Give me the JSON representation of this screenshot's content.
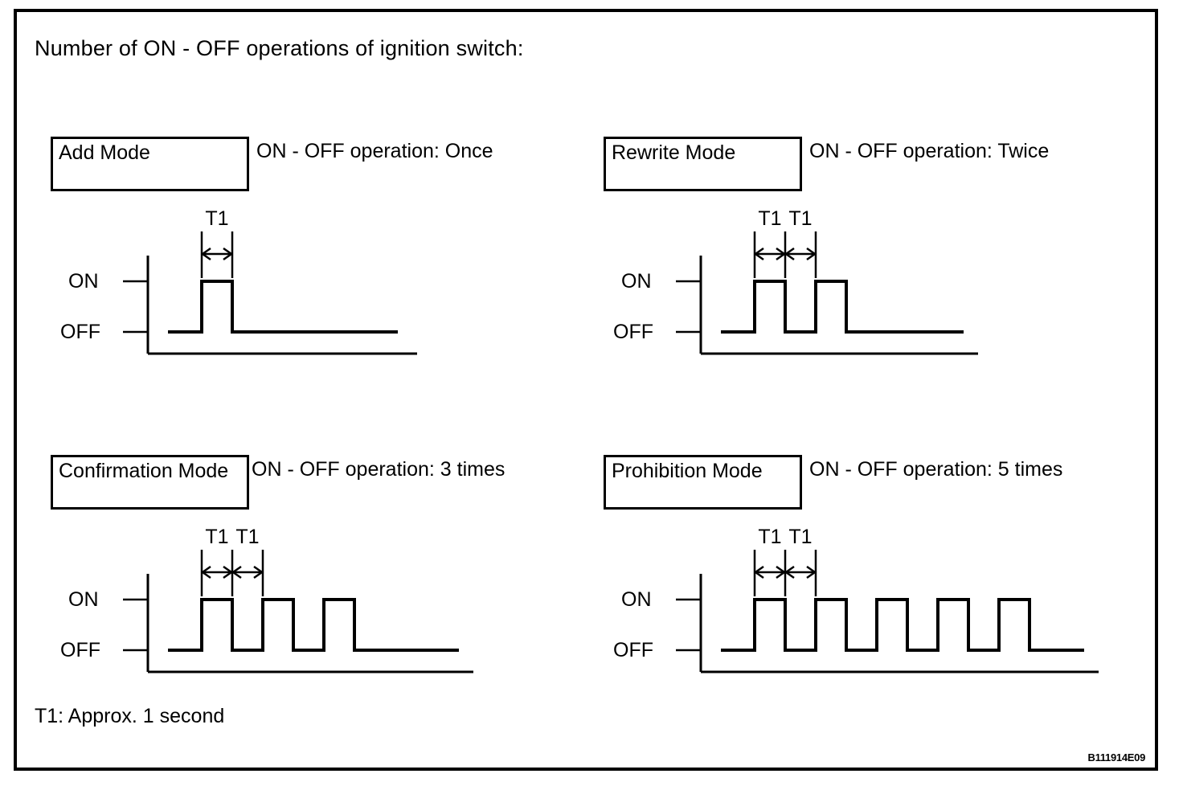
{
  "title": "Number of ON - OFF operations of ignition switch:",
  "footer_note": "T1: Approx. 1 second",
  "reference_code": "B111914E09",
  "axis": {
    "on_label": "ON",
    "off_label": "OFF",
    "t1_label": "T1"
  },
  "colors": {
    "line": "#000000",
    "background": "#ffffff"
  },
  "panels": [
    {
      "mode_name": "Add Mode",
      "operation_text": "ON - OFF operation: Once",
      "pulse_count": 1,
      "t1_marker_count": 1
    },
    {
      "mode_name": "Rewrite Mode",
      "operation_text": "ON - OFF operation: Twice",
      "pulse_count": 2,
      "t1_marker_count": 2
    },
    {
      "mode_name": "Confirmation Mode",
      "operation_text": "ON - OFF operation: 3 times",
      "pulse_count": 3,
      "t1_marker_count": 2
    },
    {
      "mode_name": "Prohibition Mode",
      "operation_text": "ON - OFF operation: 5 times",
      "pulse_count": 5,
      "t1_marker_count": 2
    }
  ],
  "chart_data": {
    "type": "line",
    "title": "Number of ON - OFF operations of ignition switch",
    "ylabel": "",
    "xlabel": "",
    "y_tick_labels": [
      "ON",
      "OFF"
    ],
    "annotation": "T1: Approx. 1 second",
    "series": [
      {
        "name": "Add Mode",
        "operation": "ON - OFF operation: Once",
        "pulses": 1,
        "duty": "T1 on / T1 off",
        "levels": [
          "OFF",
          "ON",
          "OFF"
        ]
      },
      {
        "name": "Rewrite Mode",
        "operation": "ON - OFF operation: Twice",
        "pulses": 2,
        "duty": "T1 on / T1 off",
        "levels": [
          "OFF",
          "ON",
          "OFF",
          "ON",
          "OFF"
        ]
      },
      {
        "name": "Confirmation Mode",
        "operation": "ON - OFF operation: 3 times",
        "pulses": 3,
        "duty": "T1 on / T1 off",
        "levels": [
          "OFF",
          "ON",
          "OFF",
          "ON",
          "OFF",
          "ON",
          "OFF"
        ]
      },
      {
        "name": "Prohibition Mode",
        "operation": "ON - OFF operation: 5 times",
        "pulses": 5,
        "duty": "T1 on / T1 off",
        "levels": [
          "OFF",
          "ON",
          "OFF",
          "ON",
          "OFF",
          "ON",
          "OFF",
          "ON",
          "OFF",
          "ON",
          "OFF"
        ]
      }
    ]
  }
}
